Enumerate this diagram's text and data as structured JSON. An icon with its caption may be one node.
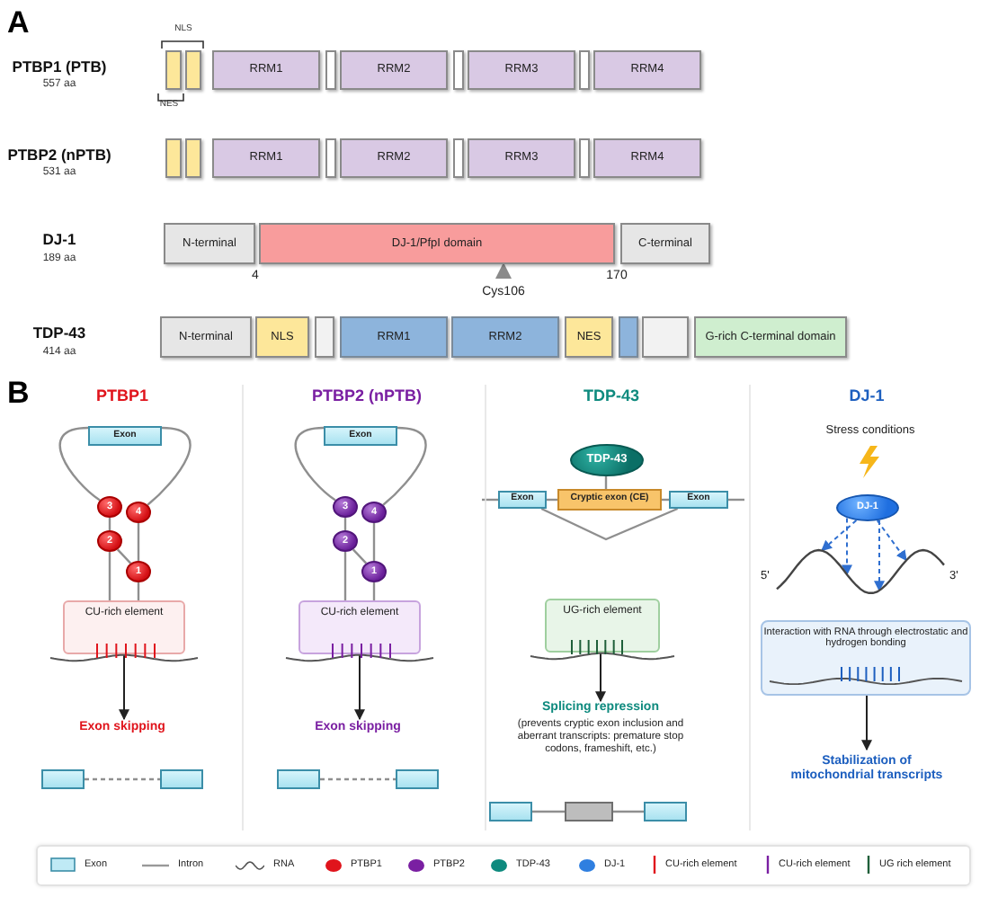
{
  "diagram": {
    "nodes": [
      {
        "text": [],
        "shape": "box"
      },
      {
        "text": [],
        "shape": "box"
      },
      {
        "text": [
          "RRM1"
        ]
      },
      {
        "text": [],
        "shape": "box"
      },
      {
        "text": [
          "RRM2"
        ]
      },
      {
        "text": [],
        "shape": "box"
      },
      {
        "text": [
          "RRM3"
        ]
      },
      {
        "text": [],
        "shape": "box"
      },
      {
        "text": [
          "RRM4"
        ]
      },
      {
        "text": [],
        "shape": "box"
      },
      {
        "text": [],
        "shape": "box"
      },
      {
        "text": [
          "RRM1"
        ]
      },
      {
        "text": [],
        "shape": "box"
      },
      {
        "text": [
          "RRM2"
        ]
      },
      {
        "text": [],
        "shape": "box"
      },
      {
        "text": [
          "RRM3"
        ]
      },
      {
        "text": [],
        "shape": "box"
      },
      {
        "text": [
          "RRM4"
        ]
      },
      {
        "text": [
          "N-terminal"
        ]
      },
      {
        "text": [
          "DJ-1/PfpI domain"
        ]
      },
      {
        "text": [
          "C-terminal"
        ]
      },
      {
        "text": [
          "N-terminal"
        ]
      },
      {
        "text": [
          "NLS"
        ]
      },
      {
        "text": [],
        "shape": "box"
      },
      {
        "text": [
          "RRM1"
        ]
      },
      {
        "text": [
          "RRM2"
        ]
      },
      {
        "text": [
          "NES"
        ]
      },
      {
        "text": [],
        "shape": "box"
      },
      {
        "text": [],
        "shape": "box"
      },
      {
        "text": [
          "G-rich C-terminal domain"
        ]
      },
      {
        "text": [
          "Exon"
        ]
      },
      {
        "text": [
          "3"
        ]
      },
      {
        "text": [
          "4"
        ]
      },
      {
        "text": [
          "2"
        ]
      },
      {
        "text": [
          "1"
        ]
      },
      {
        "text": [
          "CU-rich element"
        ]
      },
      {
        "text": [
          "Exon skipping"
        ]
      },
      {
        "text": [],
        "shape": "box"
      },
      {
        "text": [],
        "shape": "box"
      },
      {
        "text": [
          "Exon"
        ]
      },
      {
        "text": [
          "3"
        ]
      },
      {
        "text": [
          "4"
        ]
      },
      {
        "text": [
          "2"
        ]
      },
      {
        "text": [
          "1"
        ]
      },
      {
        "text": [
          "CU-rich element"
        ]
      },
      {
        "text": [
          "Exon skipping"
        ]
      },
      {
        "text": [],
        "shape": "box"
      },
      {
        "text": [],
        "shape": "box"
      },
      {
        "text": [
          "TDP-43"
        ]
      },
      {
        "text": [
          "Exon"
        ]
      },
      {
        "text": [
          "Cryptic exon (CE)"
        ]
      },
      {
        "text": [
          "Exon"
        ]
      },
      {
        "text": [
          "UG-rich element"
        ]
      },
      {
        "text": [
          "Splicing repression",
          "(prevents cryptic exon inclusion and aberrant transcripts: premature stop codons, frameshift, etc.)"
        ]
      },
      {
        "text": [],
        "shape": "box"
      },
      {
        "text": [],
        "shape": "box"
      },
      {
        "text": [],
        "shape": "box"
      },
      {
        "text": [
          "DJ-1"
        ]
      },
      {
        "text": [],
        "shape": "strand",
        "beside": [
          "5'",
          "3'"
        ]
      },
      {
        "text": [
          "Interaction with RNA through electrostatic and hydrogen bonding"
        ]
      },
      {
        "text": [
          "Stabilization of mitochondrial transcripts"
        ]
      }
    ],
    "edges": [
      {
        "from": 30,
        "to": 31,
        "arrow": "none"
      },
      {
        "from": 30,
        "to": 32,
        "arrow": "none"
      },
      {
        "from": 31,
        "to": 33,
        "arrow": "none"
      },
      {
        "from": 33,
        "to": 34,
        "arrow": "none"
      },
      {
        "from": 32,
        "to": 34,
        "arrow": "none"
      },
      {
        "from": 33,
        "to": 35,
        "arrow": "none"
      },
      {
        "from": 34,
        "to": 35,
        "arrow": "none"
      },
      {
        "from": 35,
        "to": 36,
        "arrow": "to",
        "color": "#222222"
      },
      {
        "from": 37,
        "to": 38,
        "arrow": "none",
        "style": "dashed"
      },
      {
        "from": 39,
        "to": 40,
        "arrow": "none"
      },
      {
        "from": 39,
        "to": 41,
        "arrow": "none"
      },
      {
        "from": 40,
        "to": 42,
        "arrow": "none"
      },
      {
        "from": 42,
        "to": 43,
        "arrow": "none"
      },
      {
        "from": 41,
        "to": 43,
        "arrow": "none"
      },
      {
        "from": 42,
        "to": 44,
        "arrow": "none"
      },
      {
        "from": 43,
        "to": 44,
        "arrow": "none"
      },
      {
        "from": 44,
        "to": 45,
        "arrow": "to",
        "color": "#222222"
      },
      {
        "from": 46,
        "to": 47,
        "arrow": "none",
        "style": "dashed"
      },
      {
        "from": 48,
        "to": 50,
        "arrow": "none"
      },
      {
        "from": 49,
        "to": 50,
        "arrow": "none"
      },
      {
        "from": 50,
        "to": 51,
        "arrow": "none"
      },
      {
        "from": null,
        "to": 49,
        "arrow": "none"
      },
      {
        "from": 51,
        "to": null,
        "arrow": "none"
      },
      {
        "from": 49,
        "to": 51,
        "arrow": "none"
      },
      {
        "from": 52,
        "to": 53,
        "arrow": "to",
        "color": "#222222"
      },
      {
        "from": 54,
        "to": 55,
        "arrow": "none"
      },
      {
        "from": 55,
        "to": 56,
        "arrow": "none"
      },
      {
        "from": 57,
        "to": 58,
        "arrow": "to",
        "style": "dashed",
        "color": "#2f6fd0"
      },
      {
        "from": 57,
        "to": 58,
        "arrow": "to",
        "style": "dashed",
        "color": "#2f6fd0"
      },
      {
        "from": 57,
        "to": 58,
        "arrow": "to",
        "style": "dashed",
        "color": "#2f6fd0"
      },
      {
        "from": 57,
        "to": 58,
        "arrow": "to",
        "style": "dashed",
        "color": "#2f6fd0"
      },
      {
        "from": 59,
        "to": 60,
        "arrow": "to",
        "color": "#222222"
      }
    ],
    "labels": [
      "A",
      "PTBP1 (PTB)",
      "557 aa",
      "NLS",
      "NES",
      "PTBP2 (nPTB)",
      "531 aa",
      "DJ-1",
      "189 aa",
      "4",
      "170",
      "Cys106",
      "TDP-43",
      "414 aa",
      "B",
      "PTBP1",
      "PTBP2 (nPTB)",
      "TDP-43",
      "DJ-1",
      "Stress conditions"
    ],
    "legend": [
      {
        "text": "Exon"
      },
      {
        "text": "Intron"
      },
      {
        "text": "RNA"
      },
      {
        "text": "PTBP1",
        "color": "#e0141c"
      },
      {
        "text": "PTBP2",
        "color": "#7a1fa2"
      },
      {
        "text": "TDP-43",
        "color": "#0e8a7e"
      },
      {
        "text": "DJ-1",
        "color": "#2f7fe0"
      },
      {
        "text": "CU-rich element",
        "color": "#e0141c"
      },
      {
        "text": "CU-rich element",
        "color": "#7a1fa2"
      },
      {
        "text": "UG rich element",
        "color": "#1f5f3a"
      }
    ]
  }
}
